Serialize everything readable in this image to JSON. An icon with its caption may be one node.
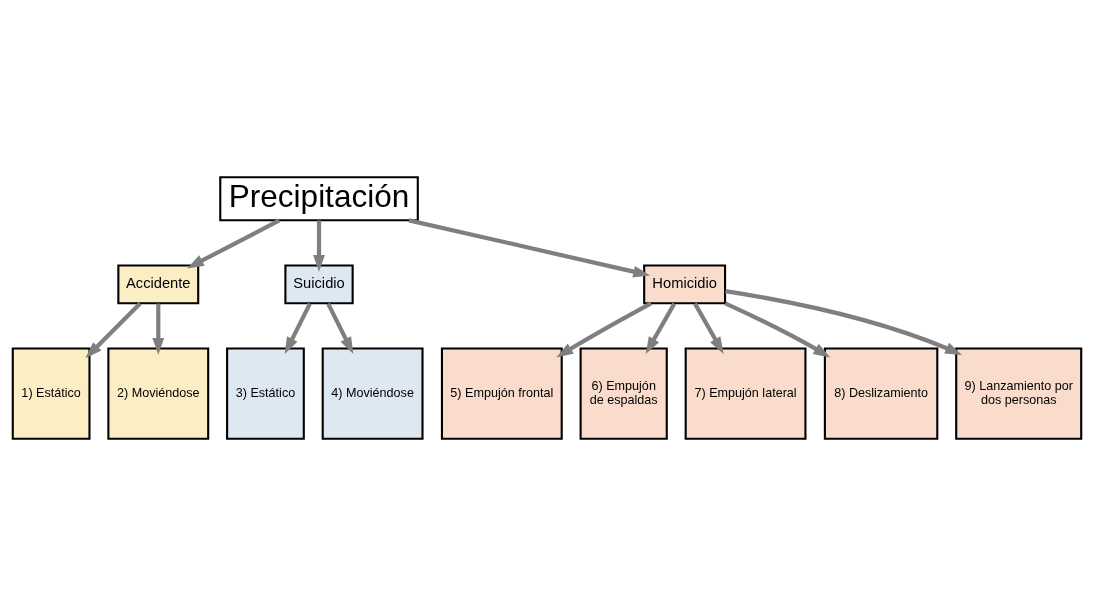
{
  "diagram": {
    "nodes": [
      {
        "text": [
          "Precipitación"
        ]
      },
      {
        "text": [
          "Accidente"
        ]
      },
      {
        "text": [
          "Suicidio"
        ]
      },
      {
        "text": [
          "Homicidio"
        ]
      },
      {
        "text": [
          "1) Estático"
        ]
      },
      {
        "text": [
          "2) Moviéndose"
        ]
      },
      {
        "text": [
          "3) Estático"
        ]
      },
      {
        "text": [
          "4) Moviéndose"
        ]
      },
      {
        "text": [
          "5) Empujón frontal"
        ]
      },
      {
        "text": [
          "6) Empujón de espaldas"
        ]
      },
      {
        "text": [
          "7) Empujón lateral"
        ]
      },
      {
        "text": [
          "8) Deslizamiento"
        ]
      },
      {
        "text": [
          "9) Lanzamiento por dos personas"
        ]
      }
    ],
    "edges": [
      {
        "from": 0,
        "to": 1,
        "arrow": "to"
      },
      {
        "from": 0,
        "to": 2,
        "arrow": "to"
      },
      {
        "from": 0,
        "to": 3,
        "arrow": "to"
      },
      {
        "from": 1,
        "to": 4,
        "arrow": "to"
      },
      {
        "from": 1,
        "to": 5,
        "arrow": "to"
      },
      {
        "from": 2,
        "to": 6,
        "arrow": "to"
      },
      {
        "from": 2,
        "to": 7,
        "arrow": "to"
      },
      {
        "from": 3,
        "to": 8,
        "arrow": "to"
      },
      {
        "from": 3,
        "to": 9,
        "arrow": "to"
      },
      {
        "from": 3,
        "to": 10,
        "arrow": "to"
      },
      {
        "from": 3,
        "to": 11,
        "arrow": "to"
      },
      {
        "from": 3,
        "to": 12,
        "arrow": "to"
      }
    ]
  }
}
